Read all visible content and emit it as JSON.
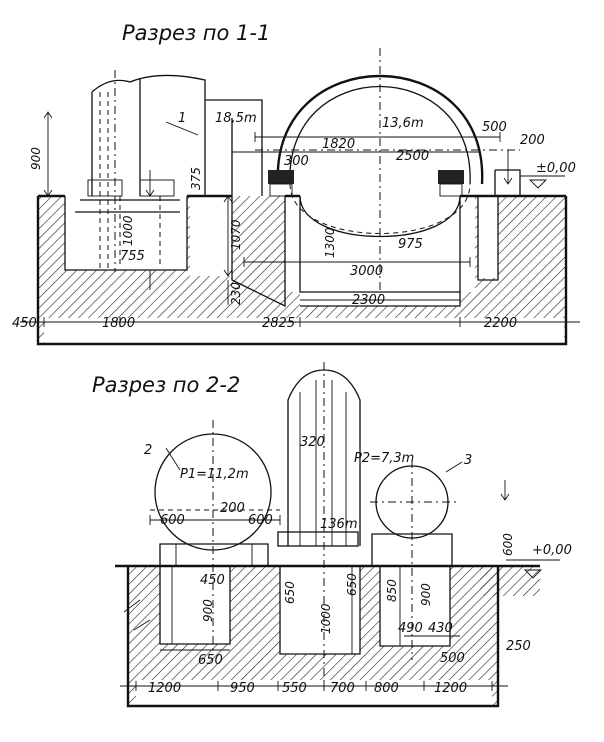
{
  "section1": {
    "title": "Разрез по 1-1",
    "labels": {
      "marker1": "1",
      "elev": "18,5m",
      "dia": "13,6m",
      "d1820": "1820",
      "d2500": "2500",
      "d500": "500",
      "d200": "200",
      "level": "±0,00",
      "d300": "300",
      "d900": "900",
      "d375": "375",
      "d1000": "1000",
      "d755": "755",
      "d1070": "1070",
      "d1300": "1300",
      "d975": "975",
      "d3000": "3000",
      "d230": "230",
      "d2300": "2300",
      "d450": "450",
      "d1800": "1800",
      "d2825": "2825",
      "d2200": "2200"
    }
  },
  "section2": {
    "title": "Разрез по 2-2",
    "labels": {
      "marker2": "2",
      "marker3": "3",
      "r1": "P1=11,2m",
      "r2": "P2=7,3m",
      "d320": "320",
      "d136": "136m",
      "d600a": "600",
      "d200": "200",
      "d600b": "600",
      "d450": "450",
      "d900a": "900",
      "d650a": "650",
      "d650b": "650",
      "d650c": "650",
      "d1000": "1000",
      "d850": "850",
      "d900b": "900",
      "d490": "490",
      "d430": "430",
      "d500": "500",
      "d600c": "600",
      "level": "+0,00",
      "d250": "250",
      "d1200a": "1200",
      "d950": "950",
      "d550": "550",
      "d700": "700",
      "d800": "800",
      "d1200b": "1200"
    }
  }
}
